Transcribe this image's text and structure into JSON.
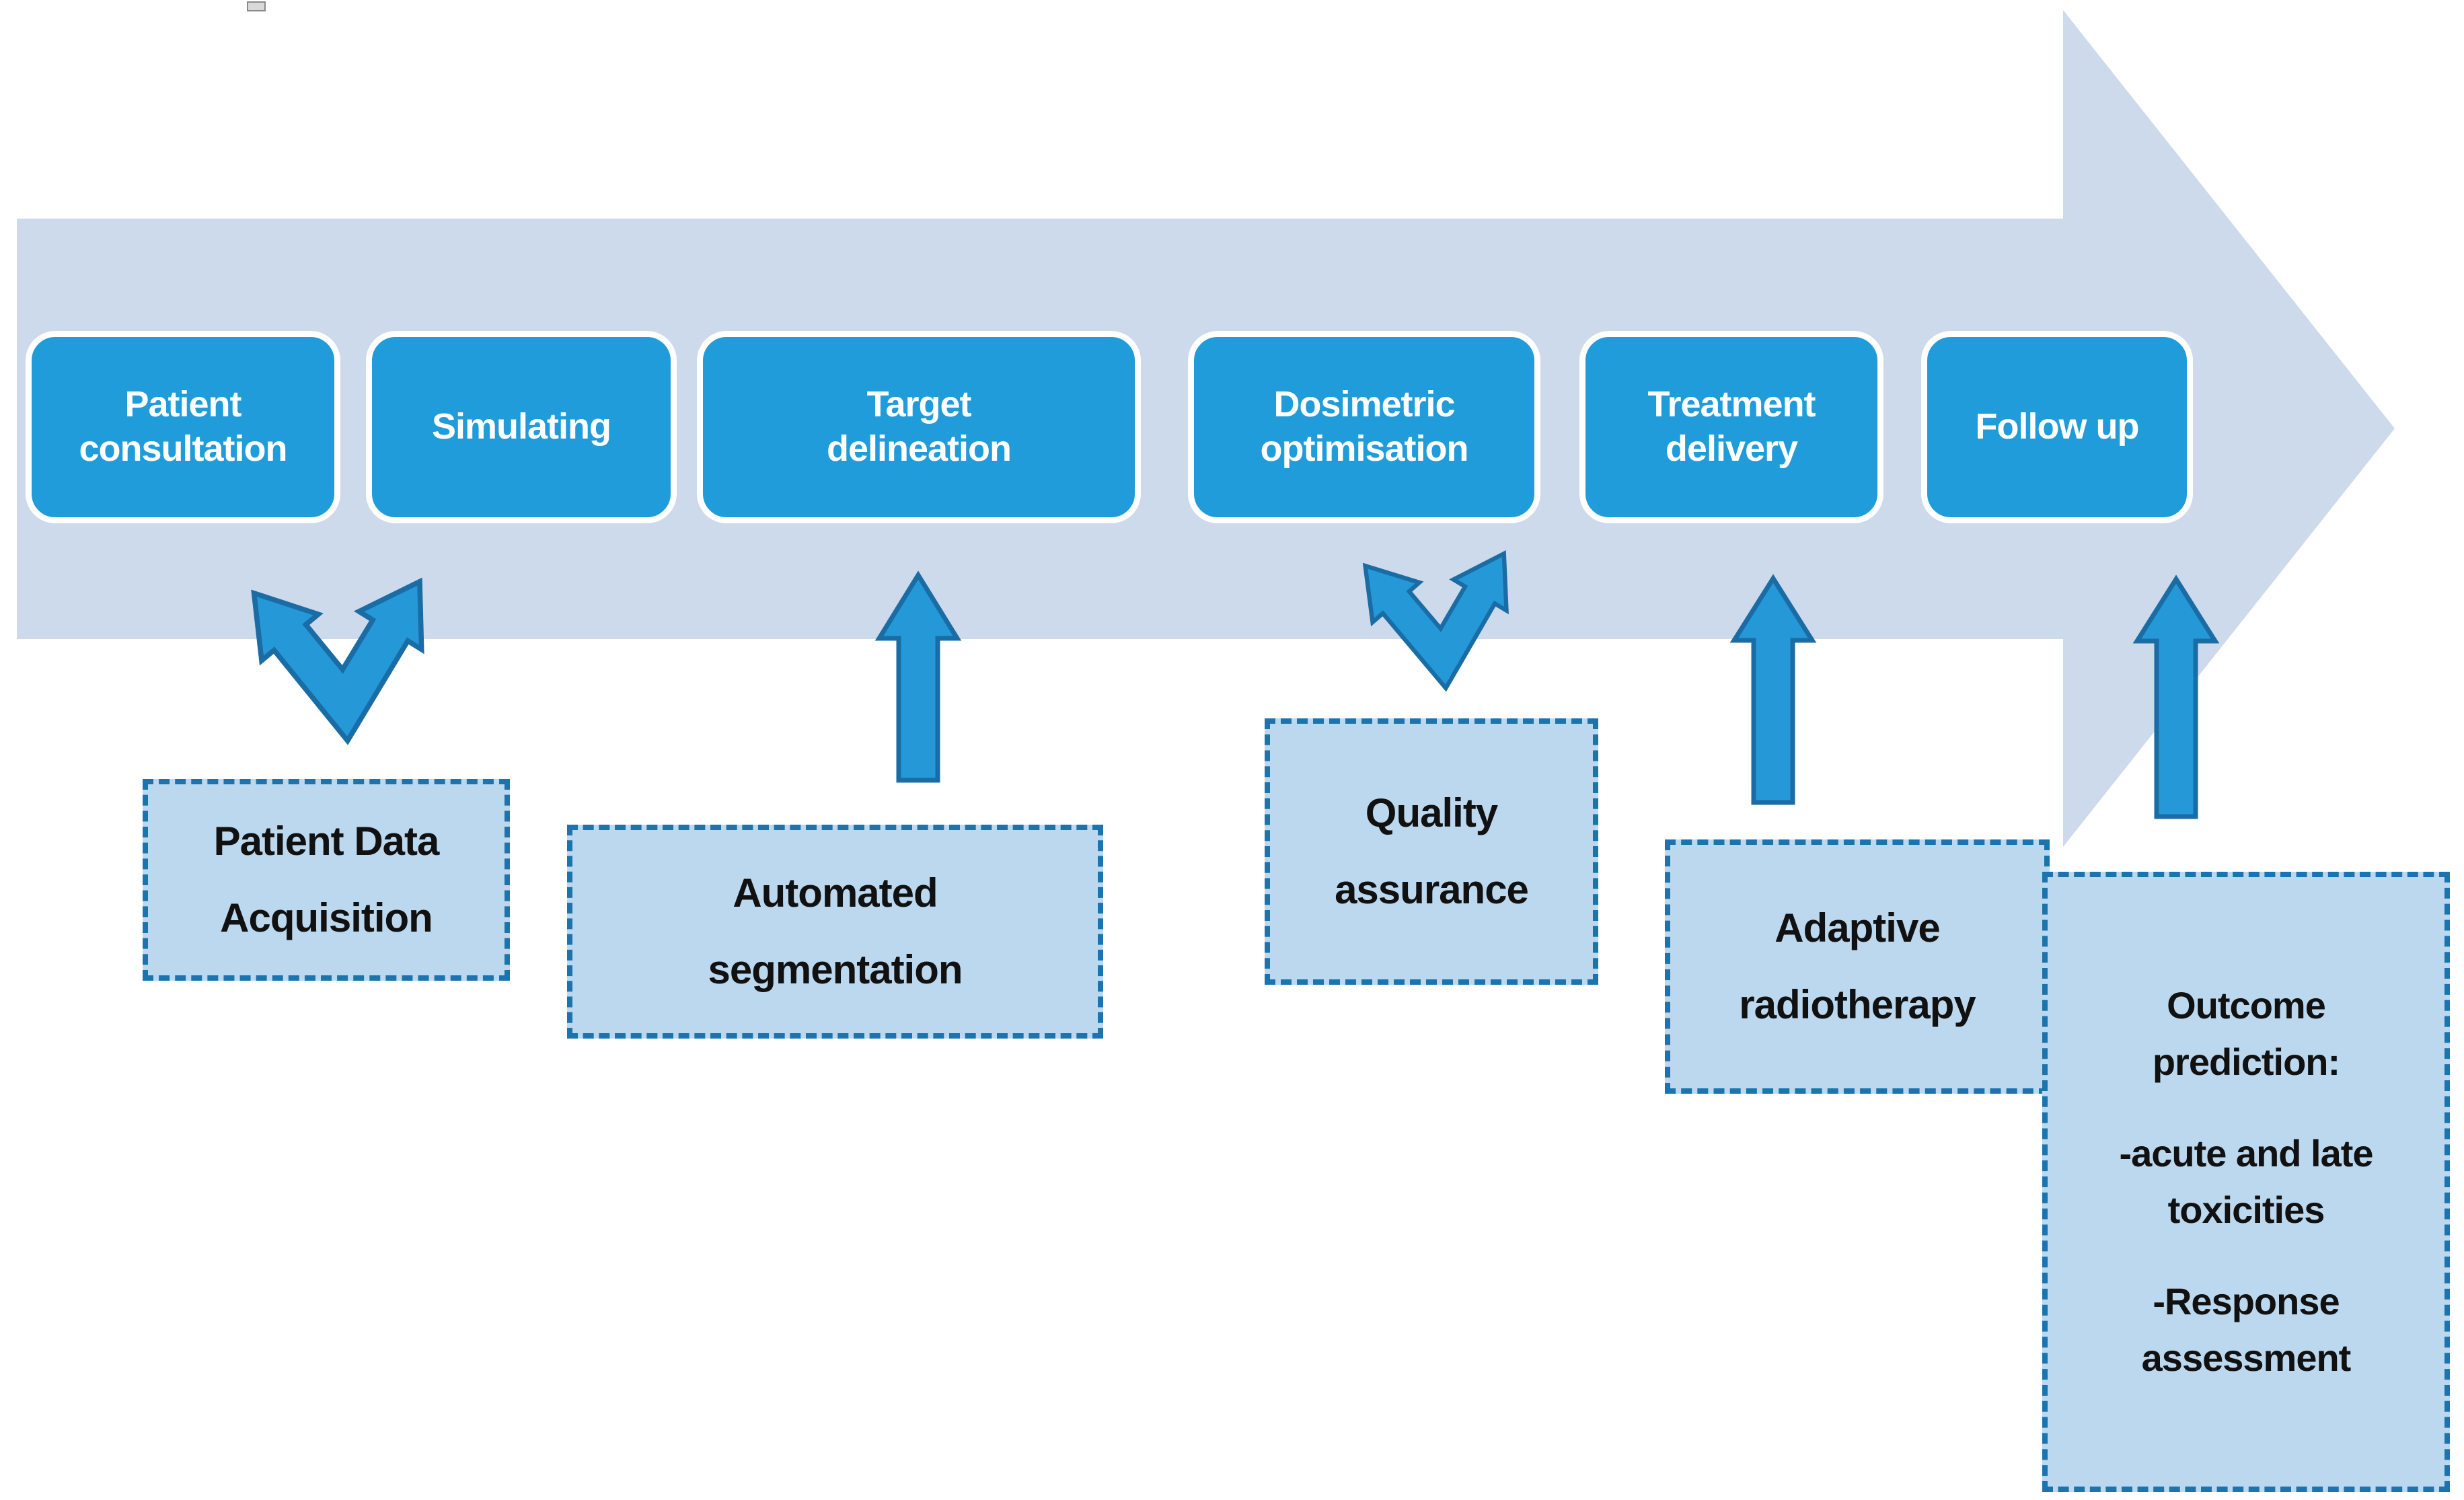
{
  "canvas": {
    "background": "#ffffff"
  },
  "colors": {
    "flow_band": "#CDDAEC",
    "step_fill": "#1F9CD9",
    "step_text": "#FFFFFF",
    "support_fill": "#BCD8EF",
    "support_border": "#1B74AE",
    "support_text": "#111111",
    "arrow_fill": "#2598D8",
    "arrow_stroke": "#1A6CA4"
  },
  "steps": [
    "Patient consultation",
    "Simulating",
    "Target delineation",
    "Dosimetric optimisation",
    "Treatment delivery",
    "Follow up"
  ],
  "supports": {
    "patient_data": {
      "label": "Patient Data Acquisition"
    },
    "automated_segmentation": {
      "label": "Automated segmentation"
    },
    "quality_assurance": {
      "label": "Quality assurance"
    },
    "adaptive_radiotherapy": {
      "label": "Adaptive radiotherapy"
    },
    "outcome": {
      "title": "Outcome prediction:",
      "bullets": [
        "-acute and late toxicities",
        "-Response assessment"
      ]
    }
  },
  "icons": {
    "flow": "right-block-arrow",
    "bidirectional": "double-v-arrow",
    "single": "up-arrow"
  }
}
